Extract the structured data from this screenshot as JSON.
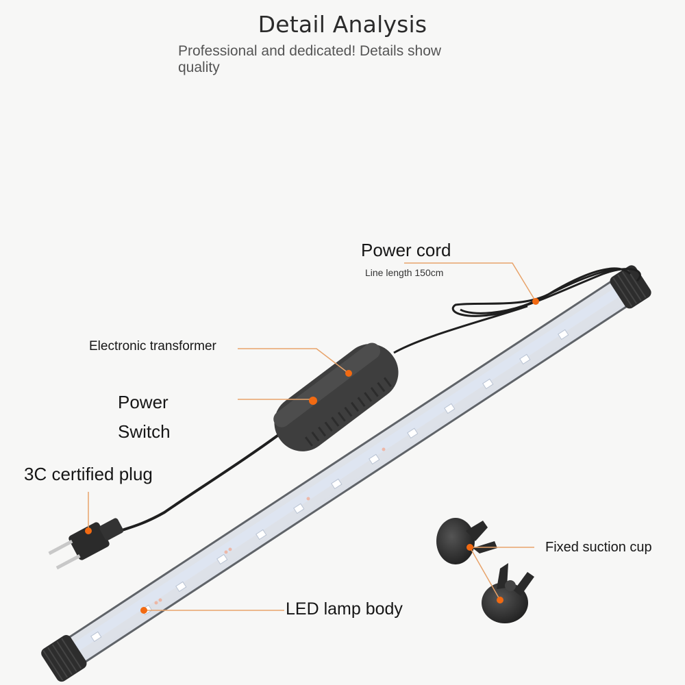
{
  "header": {
    "title": "Detail Analysis",
    "subtitle": "Professional and dedicated! Details show quality"
  },
  "callouts": {
    "power_cord": {
      "label": "Power cord",
      "detail": "Line length 150cm"
    },
    "electronic_transformer": {
      "label": "Electronic transformer"
    },
    "power_switch": {
      "label": "Power Switch"
    },
    "plug": {
      "label": "3C certified plug"
    },
    "suction_cup": {
      "label": "Fixed suction cup"
    },
    "led_lamp_body": {
      "label": "LED lamp body"
    }
  },
  "colors": {
    "background": "#f7f7f6",
    "callout_line": "#e8a36a",
    "callout_dot": "#f26a12",
    "product_dark": "#2a2a2a",
    "tube_silver": "#c9ccd0"
  }
}
